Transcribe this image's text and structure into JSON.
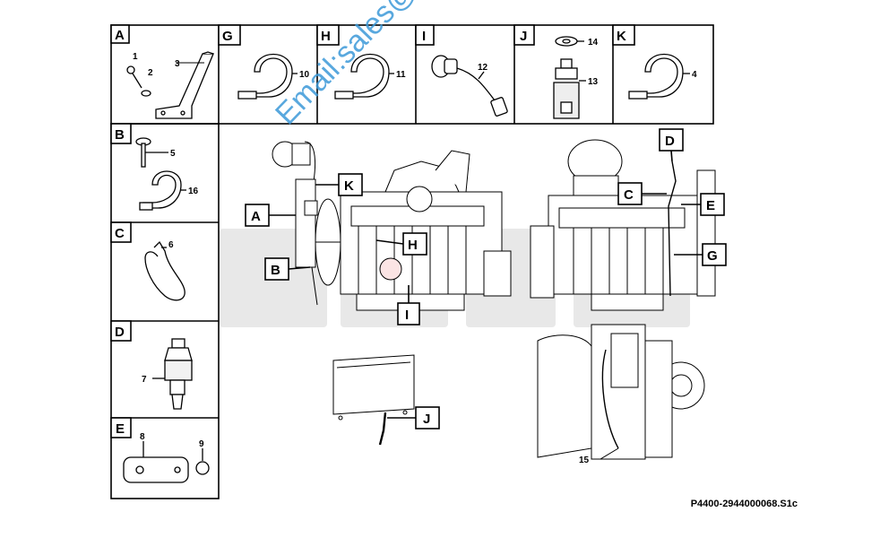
{
  "panels": {
    "A": "A",
    "B": "B",
    "C": "C",
    "D": "D",
    "E": "E",
    "G": "G",
    "H": "H",
    "I": "I",
    "J": "J",
    "K": "K"
  },
  "part_numbers": {
    "n1": "1",
    "n2": "2",
    "n3": "3",
    "n4": "4",
    "n5": "5",
    "n6": "6",
    "n7": "7",
    "n8": "8",
    "n9": "9",
    "n10": "10",
    "n11": "11",
    "n12": "12",
    "n13": "13",
    "n14": "14",
    "n15": "15",
    "n16": "16"
  },
  "callouts": {
    "A": "A",
    "B": "B",
    "C": "C",
    "D": "D",
    "E": "E",
    "G": "G",
    "H": "H",
    "I": "I",
    "J": "J",
    "K": "K"
  },
  "reference": "P4400-2944000068.S1c",
  "watermark": "Email:sales@sdlgmall.com",
  "colors": {
    "line": "#000000",
    "watermark": "#3d9ad9",
    "background_logo": "#e6e6e6"
  }
}
